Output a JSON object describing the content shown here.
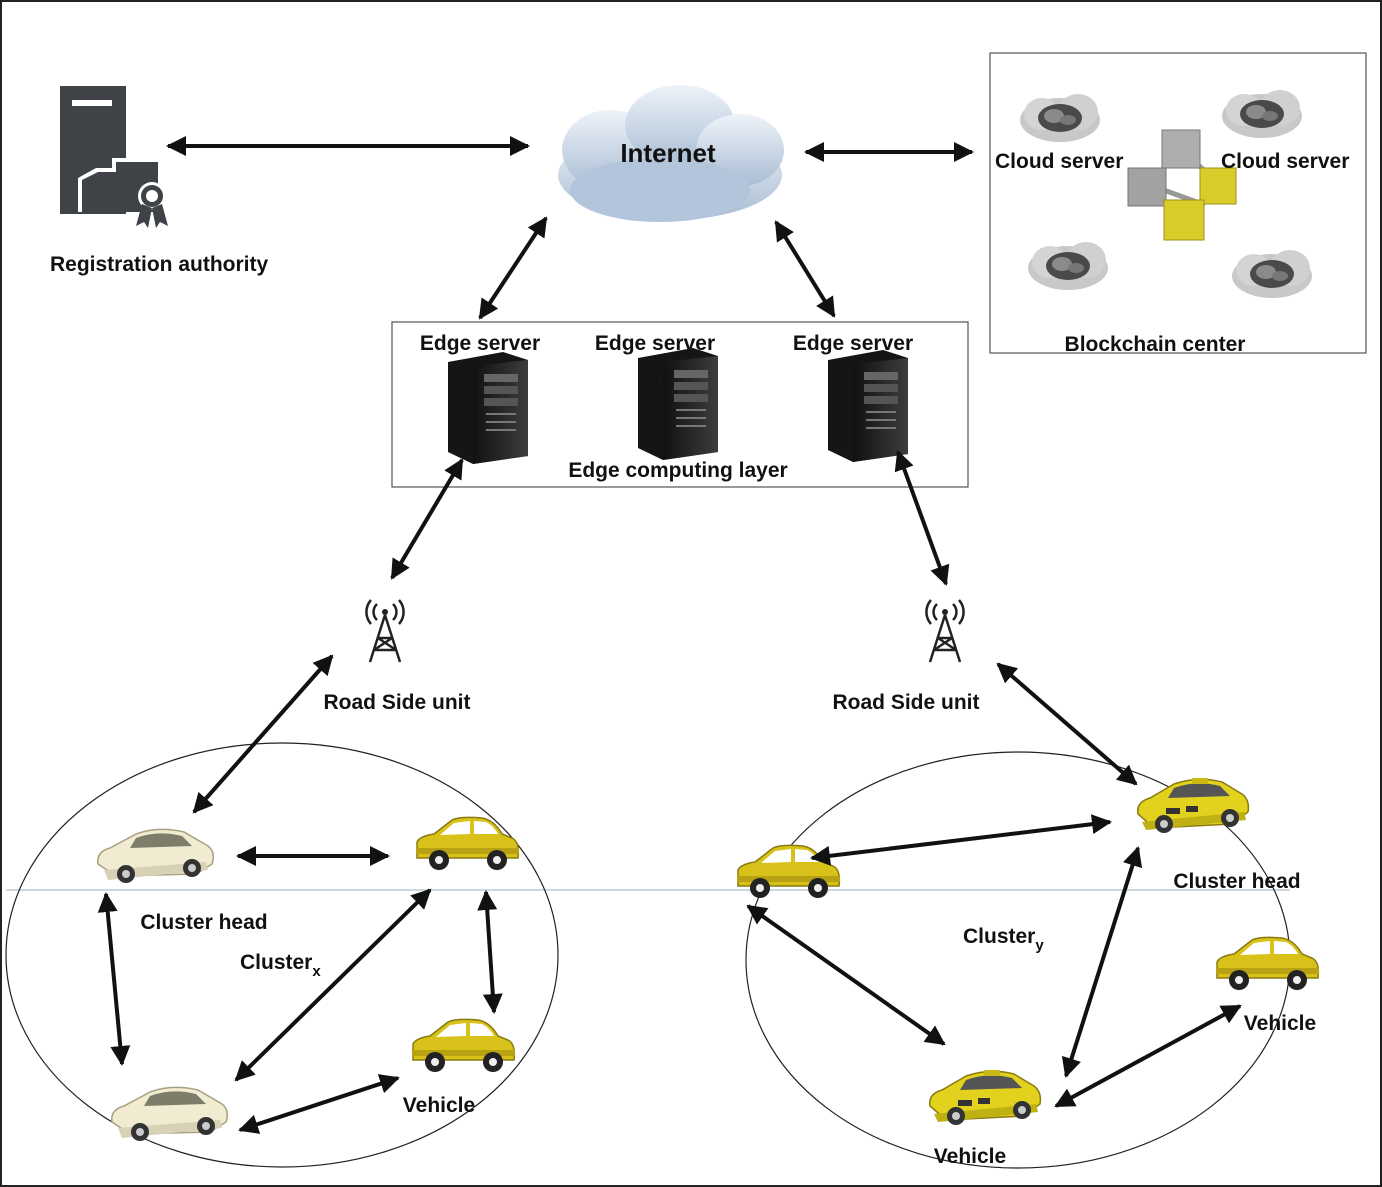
{
  "internet": {
    "label": "Internet"
  },
  "registration_authority": {
    "label": "Registration authority"
  },
  "blockchain_center": {
    "label": "Blockchain center",
    "cloud_server_label_left": "Cloud server",
    "cloud_server_label_right": "Cloud server"
  },
  "edge_layer": {
    "label": "Edge computing layer",
    "servers": [
      "Edge server",
      "Edge server",
      "Edge server"
    ]
  },
  "rsu_left": {
    "label": "Road Side unit"
  },
  "rsu_right": {
    "label": "Road Side unit"
  },
  "cluster_x": {
    "name": "Cluster",
    "subscript": "x",
    "head_label": "Cluster head",
    "vehicle_label": "Vehicle"
  },
  "cluster_y": {
    "name": "Cluster",
    "subscript": "y",
    "head_label": "Cluster head",
    "vehicle_label_1": "Vehicle",
    "vehicle_label_2": "Vehicle"
  },
  "colors": {
    "taxi_yellow": "#d8c21a",
    "white_car": "#efe9c8",
    "server_dark": "#2a2a2a",
    "cube_gray": "#a9a9a9",
    "cube_yellow": "#d9cc2b",
    "cloud_blue": "#c9d6e6"
  }
}
